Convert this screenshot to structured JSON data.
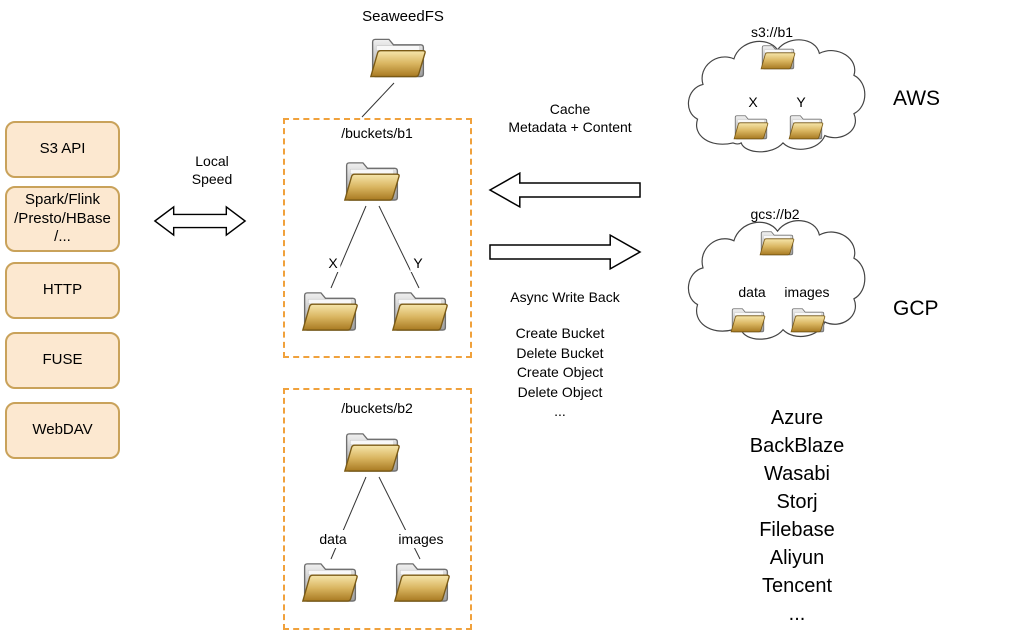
{
  "colors": {
    "api-box-fill": "#fce8d0",
    "api-box-border": "#c9a25a",
    "dashed-border": "#f0a13c",
    "folder-gold": "#c89a3c",
    "line": "#333333"
  },
  "diagram": {
    "title": "SeaweedFS",
    "local_speed": "Local\nSpeed",
    "cache_label": "Cache\nMetadata + Content",
    "async_label": "Async Write Back",
    "operations": [
      "Create Bucket",
      "Delete Bucket",
      "Create Object",
      "Delete Object",
      "..."
    ]
  },
  "left_apis": [
    {
      "label": "S3 API"
    },
    {
      "label": "Spark/Flink\n/Presto/HBase\n/..."
    },
    {
      "label": "HTTP"
    },
    {
      "label": "FUSE"
    },
    {
      "label": "WebDAV"
    }
  ],
  "buckets": [
    {
      "path": "/buckets/b1",
      "left_child": "X",
      "right_child": "Y"
    },
    {
      "path": "/buckets/b2",
      "left_child": "data",
      "right_child": "images"
    }
  ],
  "clouds": [
    {
      "name": "AWS",
      "bucket": "s3://b1",
      "left_child": "X",
      "right_child": "Y"
    },
    {
      "name": "GCP",
      "bucket": "gcs://b2",
      "left_child": "data",
      "right_child": "images"
    }
  ],
  "providers": [
    "Azure",
    "BackBlaze",
    "Wasabi",
    "Storj",
    "Filebase",
    "Aliyun",
    "Tencent",
    "..."
  ]
}
